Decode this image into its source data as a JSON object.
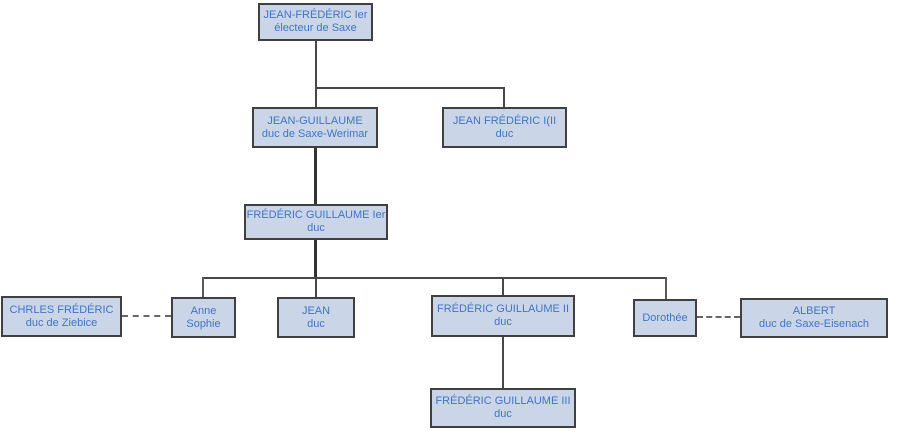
{
  "colors": {
    "background": "#ffffff",
    "box-fill": "#cad6e8",
    "box-border": "#404040",
    "box-text": "#4273c4",
    "shadow-blue": "#3a71c9",
    "line": "#474747",
    "dash": "#666666"
  },
  "nodes": {
    "jf1": {
      "line1": "JEAN-FRÉDÉRIC Ier",
      "line2": "électeur de Saxe"
    },
    "jg": {
      "line1": "JEAN-GUILLAUME",
      "line2": "duc de Saxe-Werimar"
    },
    "jf2": {
      "line1": "JEAN FRÉDÉRIC I(II",
      "line2": "duc"
    },
    "fg1": {
      "line1": "FRÉDÉRIC GUILLAUME Ier",
      "line2": "duc"
    },
    "cf": {
      "line1": "CHRLES FRÉDÉRIC",
      "line2": "duc de Ziebice"
    },
    "as": {
      "line1": "Anne",
      "line2": "Sophie"
    },
    "jean": {
      "line1": "JEAN",
      "line2": "duc"
    },
    "fg2": {
      "line1": "FRÉDÉRIC GUILLAUME II",
      "line2": "duc"
    },
    "dor": {
      "line1": "Dorothée",
      "line2": ""
    },
    "alb": {
      "line1": "ALBERT",
      "line2": "duc de Saxe-Eisenach"
    },
    "fg3": {
      "line1": "FRÉDÉRIC GUILLAUME III",
      "line2": "duc"
    }
  },
  "edges": [
    {
      "type": "parent-child",
      "from": "jf1",
      "to": [
        "jg",
        "jf2"
      ]
    },
    {
      "type": "parent-child",
      "from": "jg",
      "to": [
        "fg1"
      ]
    },
    {
      "type": "parent-child",
      "from": "fg1",
      "to": [
        "as",
        "jean",
        "fg2",
        "dor"
      ]
    },
    {
      "type": "parent-child",
      "from": "fg2",
      "to": [
        "fg3"
      ]
    },
    {
      "type": "marriage",
      "between": [
        "cf",
        "as"
      ]
    },
    {
      "type": "marriage",
      "between": [
        "dor",
        "alb"
      ]
    }
  ]
}
